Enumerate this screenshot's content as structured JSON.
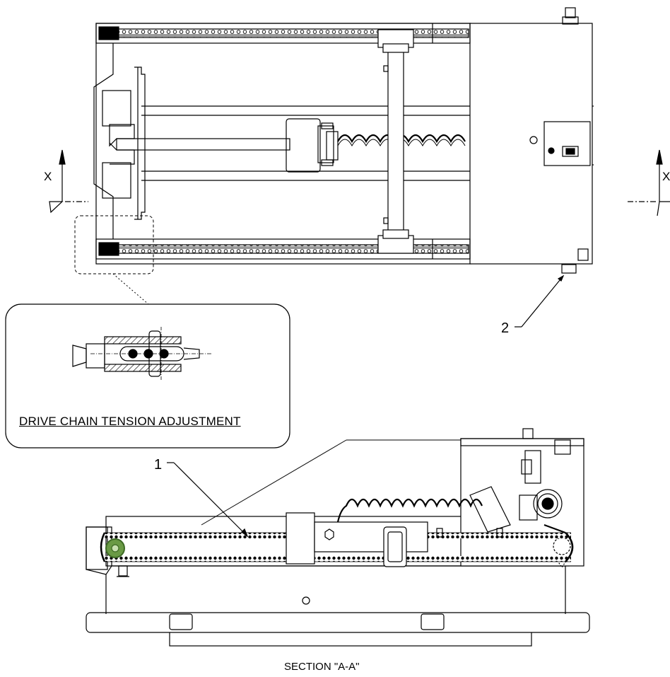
{
  "detail": {
    "caption": "DRIVE CHAIN TENSION ADJUSTMENT"
  },
  "section": {
    "caption": "SECTION \"A-A\""
  },
  "section_marks": {
    "left": "X",
    "right": "X"
  },
  "callouts": {
    "one": "1",
    "two": "2"
  },
  "colors": {
    "line": "#000000",
    "sprocket": "#6a9a45",
    "background": "#ffffff"
  }
}
